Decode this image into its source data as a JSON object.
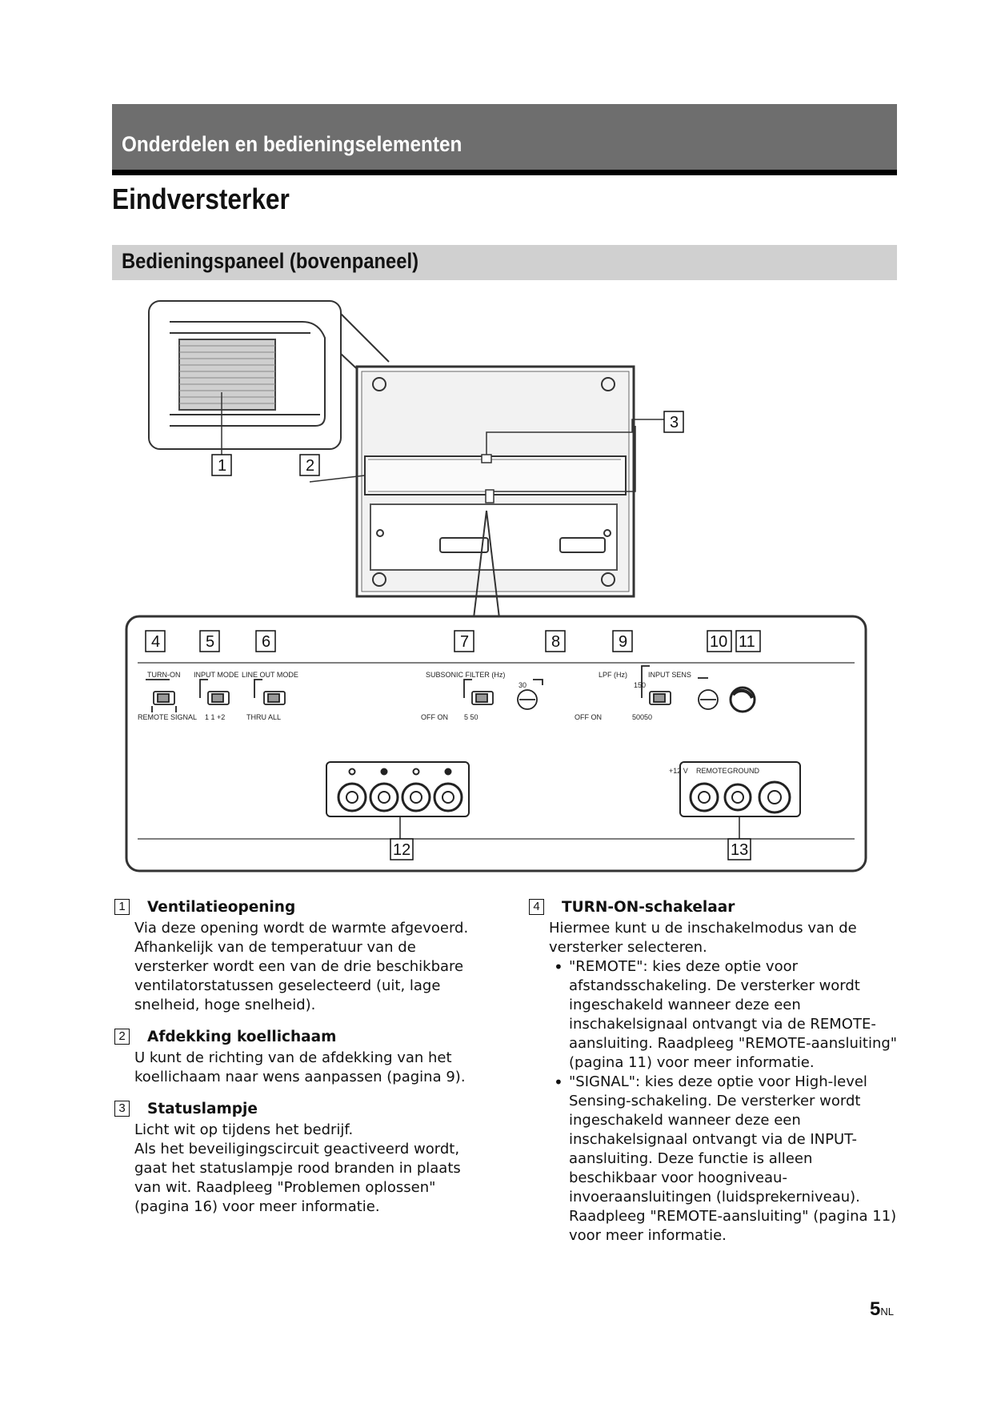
{
  "header": {
    "section_title": "Onderdelen en bedieningselementen",
    "page_title": "Eindversterker",
    "subsection_title": "Bedieningspaneel (bovenpaneel)"
  },
  "diagram": {
    "callouts": [
      "1",
      "2",
      "3",
      "4",
      "5",
      "6",
      "7",
      "8",
      "9",
      "10",
      "11",
      "12",
      "13"
    ],
    "labels": {
      "turn_on": "TURN-ON",
      "input_mode": "INPUT MODE",
      "line_out_mode": "LINE OUT MODE",
      "subsonic_filter": "SUBSONIC FILTER (Hz)",
      "lpf": "LPF (Hz)",
      "input_sens": "INPUT SENS",
      "remote_signal": "REMOTE SIGNAL",
      "input_mode_options": "1   1   +2",
      "thru_all": "THRU ALL",
      "off_on": "OFF ON",
      "subsonic_values": "5    50",
      "subsonic_mark": "30",
      "lpf_mark": "150",
      "lpf_values": "50050",
      "power_12v": "+12 V",
      "remote": "REMOTE",
      "ground": "GROUND"
    }
  },
  "items_left": [
    {
      "number": "1",
      "title": "Ventilatieopening",
      "paragraphs": [
        "Via deze opening wordt de warmte afgevoerd. Afhankelijk van de temperatuur van de versterker wordt een van de drie beschikbare ventilatorstatussen geselecteerd (uit, lage snelheid, hoge snelheid)."
      ]
    },
    {
      "number": "2",
      "title": "Afdekking koellichaam",
      "paragraphs": [
        "U kunt de richting van de afdekking van het koellichaam naar wens aanpassen (pagina 9)."
      ]
    },
    {
      "number": "3",
      "title": "Statuslampje",
      "paragraphs": [
        "Licht wit op tijdens het bedrijf.",
        "Als het beveiligingscircuit geactiveerd wordt, gaat het statuslampje rood branden in plaats van wit. Raadpleeg \"Problemen oplossen\" (pagina 16) voor meer informatie."
      ]
    }
  ],
  "items_right": [
    {
      "number": "4",
      "title": "TURN-ON-schakelaar",
      "intro": "Hiermee kunt u de inschakelmodus van de versterker selecteren.",
      "bullets": [
        "\"REMOTE\": kies deze optie voor afstandsschakeling. De versterker wordt ingeschakeld wanneer deze een inschakelsignaal ontvangt via de REMOTE-aansluiting. Raadpleeg \"REMOTE-aansluiting\" (pagina 11) voor meer informatie.",
        "\"SIGNAL\": kies deze optie voor High-level Sensing-schakeling. De versterker wordt ingeschakeld wanneer deze een inschakelsignaal ontvangt via de INPUT-aansluiting. Deze functie is alleen beschikbaar voor hoogniveau-invoeraansluitingen (luidsprekerniveau). Raadpleeg \"REMOTE-aansluiting\" (pagina 11) voor meer informatie."
      ]
    }
  ],
  "footer": {
    "page_number": "5",
    "page_suffix": "NL"
  }
}
